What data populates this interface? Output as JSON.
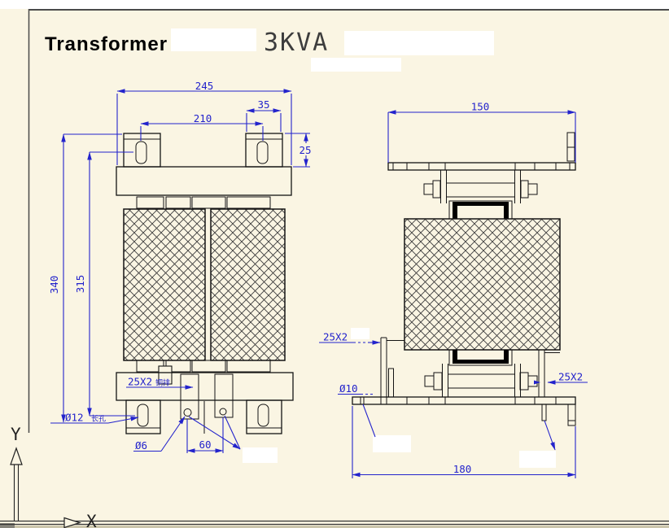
{
  "title": {
    "product": "Transformer",
    "rating": "3KVA"
  },
  "front_view": {
    "dim_overall_width": "245",
    "dim_slot_span": "210",
    "dim_tab_width": "35",
    "dim_bracket_height": "25",
    "dim_overall_height": "340",
    "dim_slot_height_span": "315",
    "label_busbar": "25X2",
    "label_busbar_suffix": "铜排",
    "label_foot_slot": "Ø12",
    "label_foot_slot_suffix": "长孔",
    "label_terminal_hole": "Ø6",
    "dim_terminal_pitch": "60"
  },
  "side_view": {
    "dim_top_plate_width": "150",
    "label_busbar_left": "25X2",
    "label_foot_hole": "Ø10",
    "label_busbar_right": "25X2",
    "dim_base_width": "180"
  },
  "ucs_axes": {
    "x_label": "X",
    "y_label": "Y"
  },
  "colors": {
    "dimension_blue": "#2323cc",
    "sheet_beige": "#faf5e3",
    "line_black": "#141414",
    "footer_tan": "#cbc5ab"
  }
}
